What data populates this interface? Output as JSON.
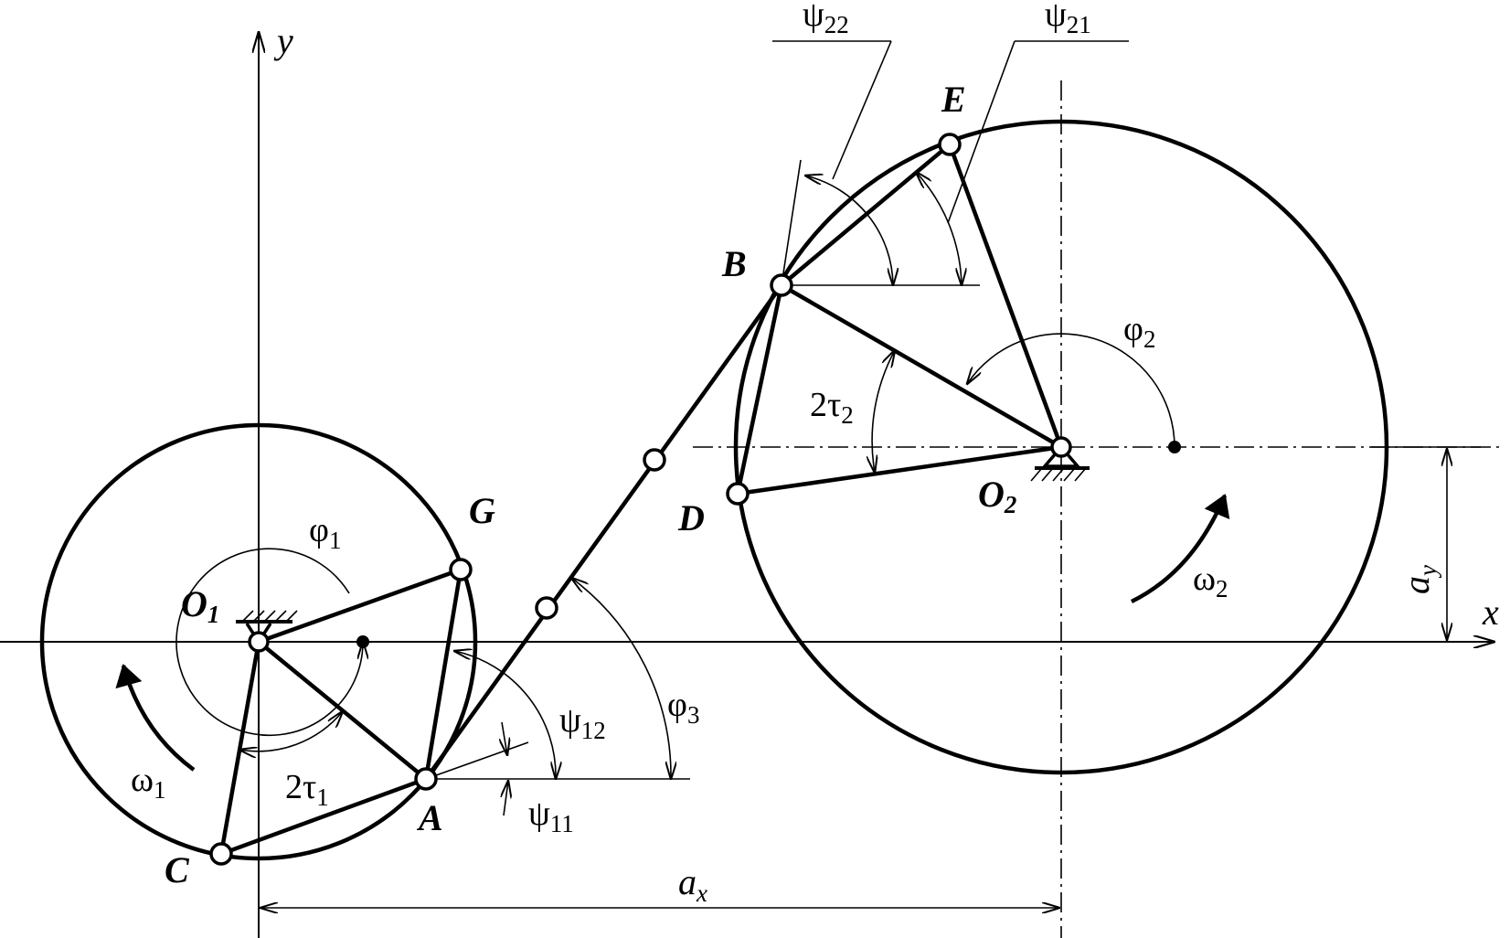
{
  "points": {
    "O1": {
      "main": "O",
      "sub": "1"
    },
    "O2": {
      "main": "O",
      "sub": "2"
    },
    "A": "A",
    "B": "B",
    "C": "C",
    "D": "D",
    "E": "E",
    "G": "G"
  },
  "angles": {
    "phi1": {
      "main": "φ",
      "sub": "1"
    },
    "phi2": {
      "main": "φ",
      "sub": "2"
    },
    "phi3": {
      "main": "φ",
      "sub": "3"
    },
    "psi11": {
      "main": "ψ",
      "sub": "11"
    },
    "psi12": {
      "main": "ψ",
      "sub": "12"
    },
    "psi21": {
      "main": "ψ",
      "sub": "21"
    },
    "psi22": {
      "main": "ψ",
      "sub": "22"
    },
    "tau1": {
      "main": "2τ",
      "sub": "1"
    },
    "tau2": {
      "main": "2τ",
      "sub": "2"
    },
    "omega1": {
      "main": "ω",
      "sub": "1"
    },
    "omega2": {
      "main": "ω",
      "sub": "2"
    }
  },
  "axes": {
    "x": "x",
    "y": "y",
    "ax": {
      "main": "a",
      "sub": "x"
    },
    "ay": {
      "main": "a",
      "sub": "y"
    }
  }
}
